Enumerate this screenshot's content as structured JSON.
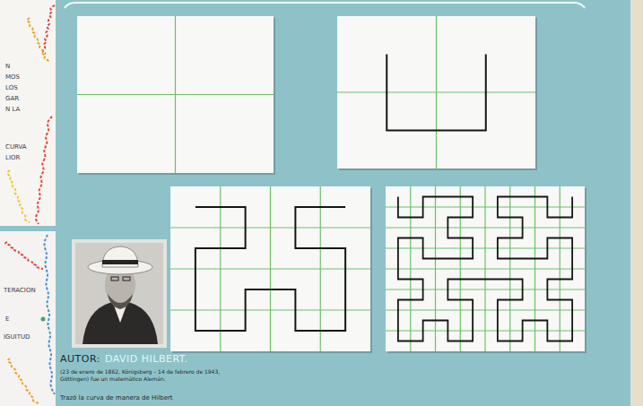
{
  "diagram": {
    "labels": [
      "N",
      "MOS",
      "LOS",
      "GAR",
      "N LA",
      "CURVA",
      "LIOR",
      "TERACION",
      "E",
      "IGUITUD",
      "AUTOR:",
      "DAVID HILBERT.",
      "(23 de enero de 1862, Königsberg – 14 de febrero de 1943, Göttingen) fue un matemático Alemán.",
      "Trazó la curva de manera de Hilbert"
    ]
  }
}
